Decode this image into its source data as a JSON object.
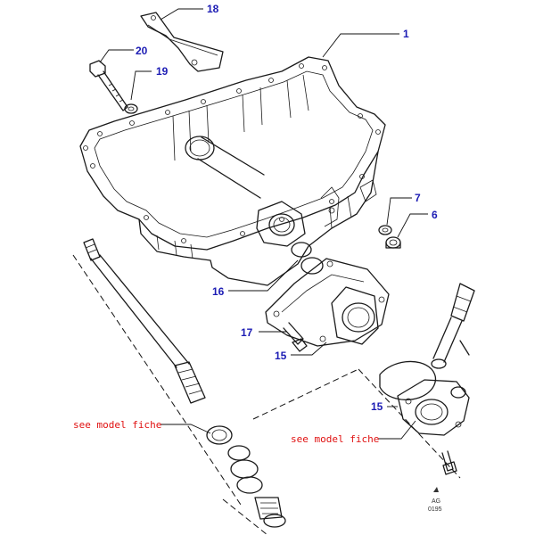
{
  "callouts": {
    "c1": "1",
    "c6": "6",
    "c7": "7",
    "c15a": "15",
    "c15b": "15",
    "c16": "16",
    "c17": "17",
    "c18": "18",
    "c19": "19",
    "c20": "20"
  },
  "references": {
    "left": "see model fiche",
    "right": "see model fiche"
  },
  "drawing_code": {
    "line1": "AG",
    "line2": "0195"
  },
  "colors": {
    "callout": "#1c1cb4",
    "reference": "#e01010",
    "line": "#1a1a1a"
  }
}
